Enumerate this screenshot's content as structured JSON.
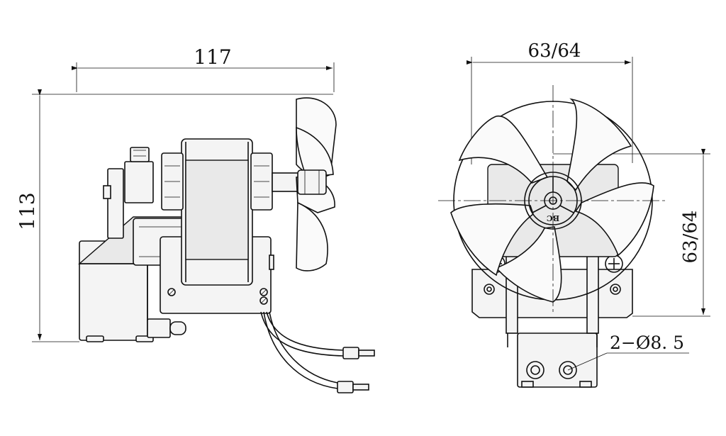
{
  "side_view": {
    "width_label": "117",
    "height_label": "113"
  },
  "front_view": {
    "width_label": "63/64",
    "height_label": "63/64",
    "hole_label": "2−Ø8. 5",
    "hub_mark": "BC"
  }
}
